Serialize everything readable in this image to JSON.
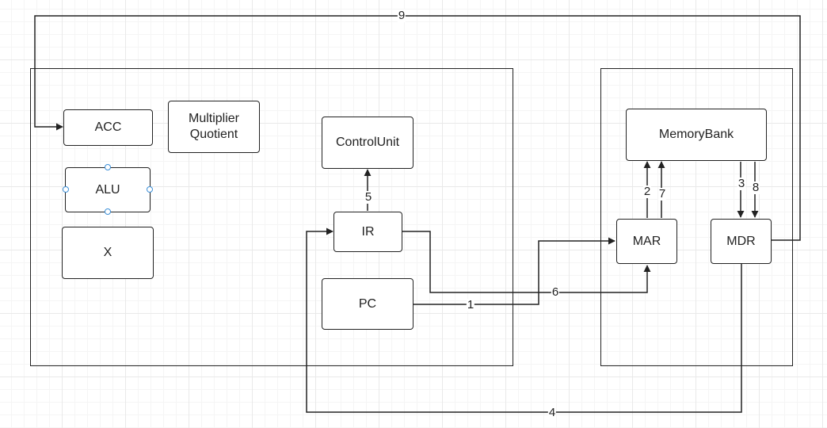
{
  "colors": {
    "stroke": "#222222",
    "handle": "#3b8fd8",
    "grid": "#e9e9e9"
  },
  "nodes": {
    "acc": "ACC",
    "mq": "Multiplier\nQuotient",
    "alu": "ALU",
    "x": "X",
    "control_unit": "ControlUnit",
    "ir": "IR",
    "pc": "PC",
    "memory_bank": "MemoryBank",
    "mar": "MAR",
    "mdr": "MDR"
  },
  "edges": {
    "e1": "1",
    "e2": "2",
    "e3": "3",
    "e4": "4",
    "e5": "5",
    "e6": "6",
    "e7": "7",
    "e8": "8",
    "e9": "9"
  }
}
